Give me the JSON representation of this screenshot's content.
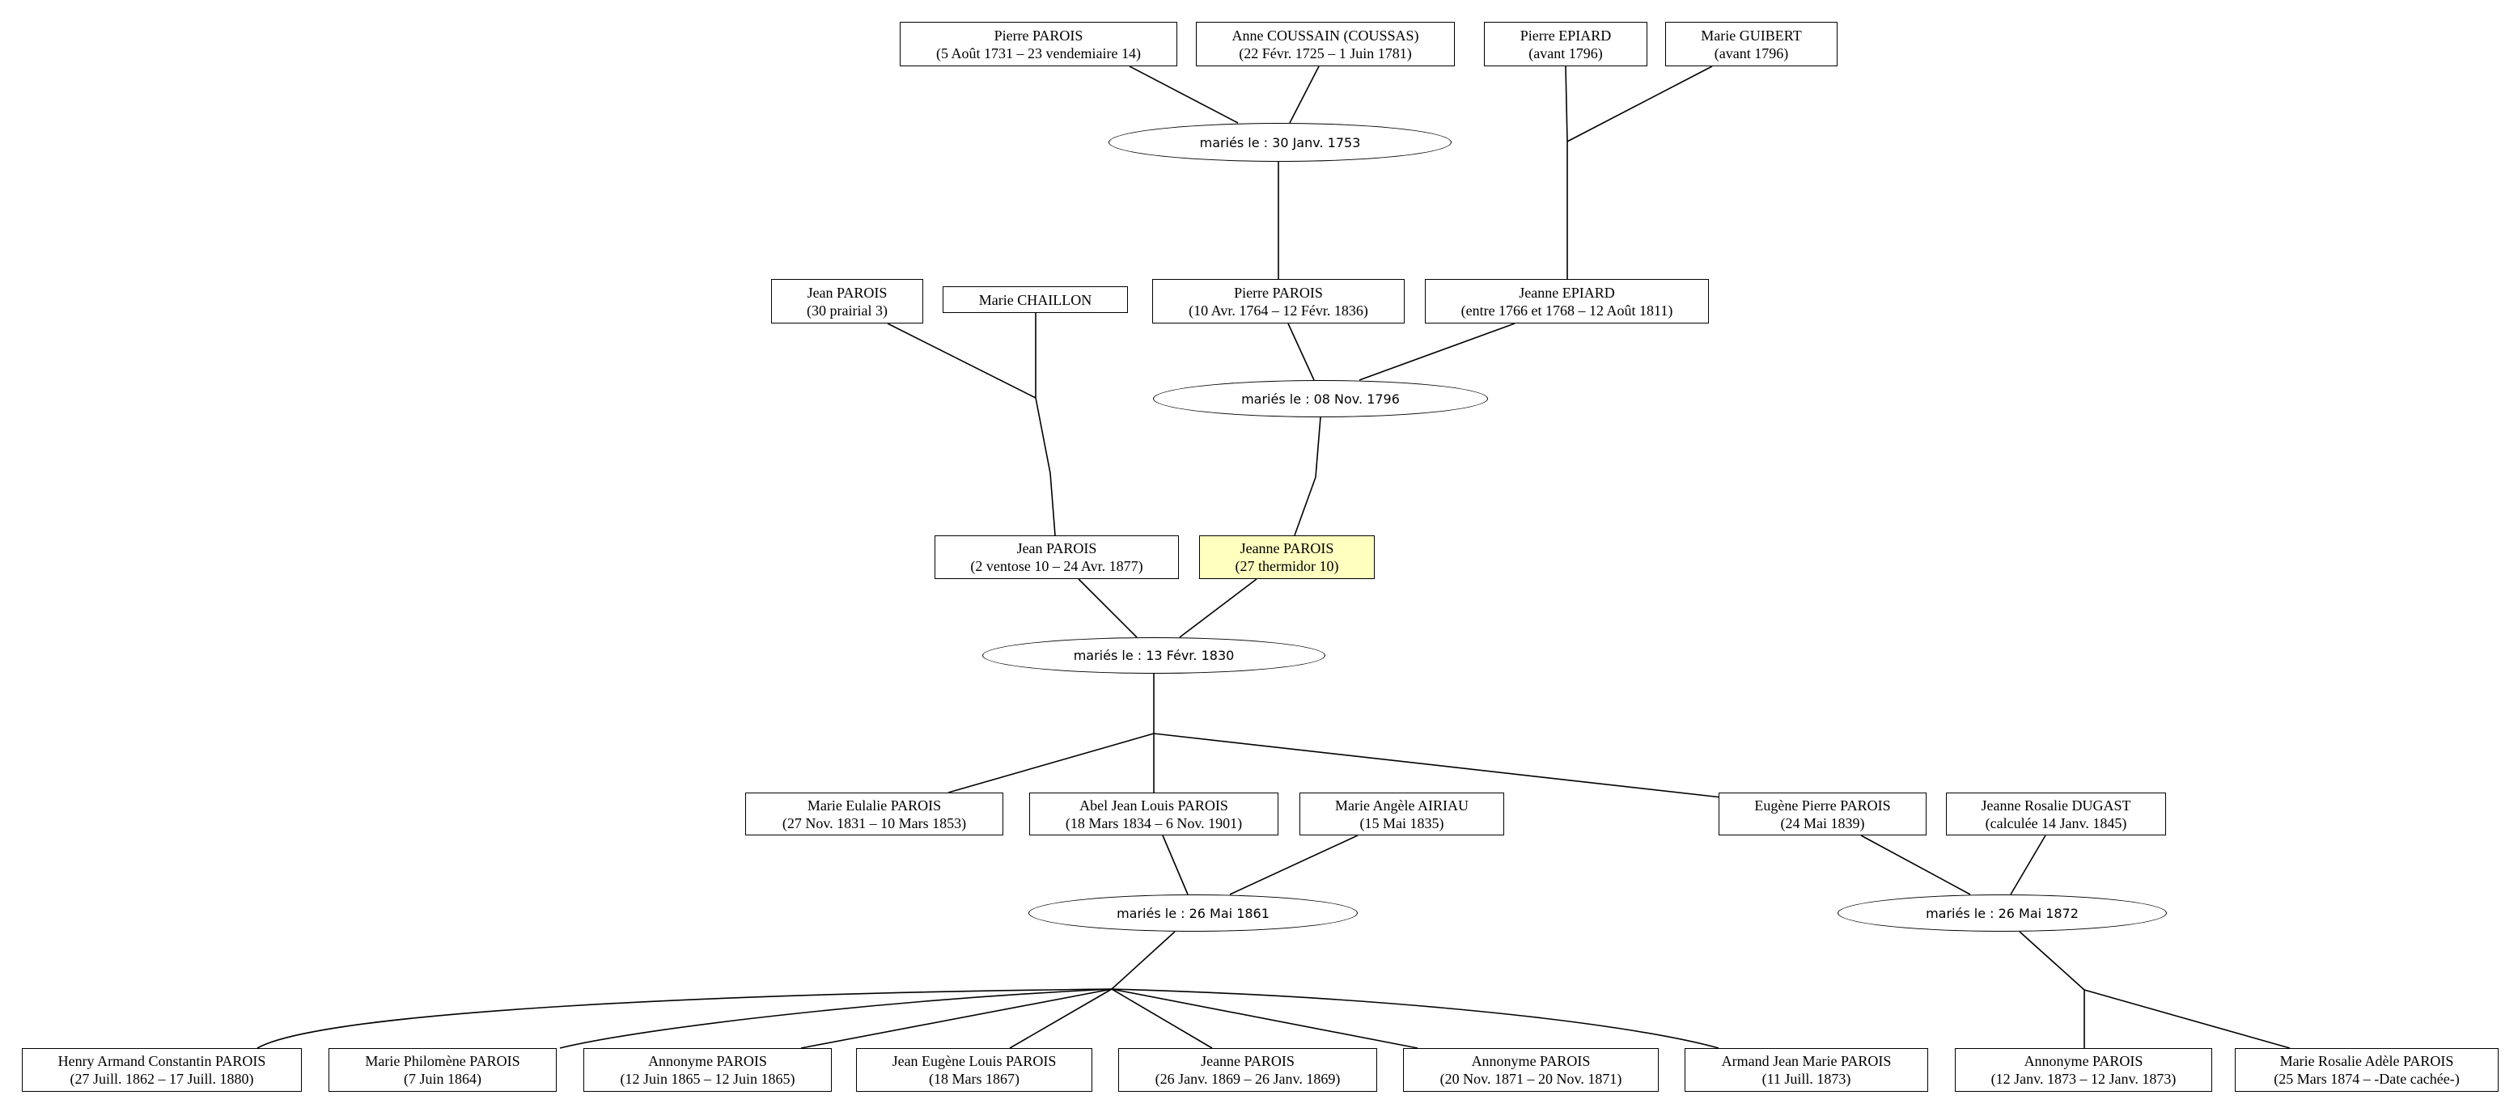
{
  "persons": {
    "pierre_1731": {
      "name": "Pierre PAROIS",
      "dates": "(5 Août 1731 – 23 vendemiaire 14)"
    },
    "anne_coussain": {
      "name": "Anne COUSSAIN (COUSSAS)",
      "dates": "(22 Févr. 1725 – 1 Juin 1781)"
    },
    "pierre_epiard": {
      "name": "Pierre EPIARD",
      "dates": "(avant 1796)"
    },
    "marie_guibert": {
      "name": "Marie GUIBERT",
      "dates": "(avant 1796)"
    },
    "jean_prairial": {
      "name": "Jean PAROIS",
      "dates": "(30 prairial 3)"
    },
    "marie_chaillon": {
      "name": "Marie CHAILLON",
      "dates": ""
    },
    "pierre_1764": {
      "name": "Pierre PAROIS",
      "dates": "(10 Avr. 1764 – 12 Févr. 1836)"
    },
    "jeanne_epiard": {
      "name": "Jeanne EPIARD",
      "dates": "(entre 1766 et 1768 – 12 Août 1811)"
    },
    "jean_ventose": {
      "name": "Jean PAROIS",
      "dates": "(2 ventose 10 – 24 Avr. 1877)"
    },
    "jeanne_thermidor": {
      "name": "Jeanne PAROIS",
      "dates": "(27 thermidor 10)"
    },
    "marie_eulalie": {
      "name": "Marie Eulalie PAROIS",
      "dates": "(27 Nov. 1831 – 10 Mars 1853)"
    },
    "abel": {
      "name": "Abel Jean Louis PAROIS",
      "dates": "(18 Mars 1834 – 6 Nov. 1901)"
    },
    "marie_angele": {
      "name": "Marie Angèle AIRIAU",
      "dates": "(15 Mai 1835)"
    },
    "eugene": {
      "name": "Eugène Pierre PAROIS",
      "dates": "(24 Mai 1839)"
    },
    "jeanne_rosalie": {
      "name": "Jeanne Rosalie DUGAST",
      "dates": "(calculée 14 Janv. 1845)"
    },
    "henry": {
      "name": "Henry Armand Constantin PAROIS",
      "dates": "(27 Juill. 1862 – 17 Juill. 1880)"
    },
    "marie_philomene": {
      "name": "Marie Philomène PAROIS",
      "dates": "(7 Juin 1864)"
    },
    "annonyme_1865": {
      "name": "Annonyme PAROIS",
      "dates": "(12 Juin 1865 – 12 Juin 1865)"
    },
    "jean_eugene": {
      "name": "Jean Eugène Louis PAROIS",
      "dates": "(18 Mars 1867)"
    },
    "jeanne_1869": {
      "name": "Jeanne PAROIS",
      "dates": "(26 Janv. 1869 – 26 Janv. 1869)"
    },
    "annonyme_1871": {
      "name": "Annonyme PAROIS",
      "dates": "(20 Nov. 1871 – 20 Nov. 1871)"
    },
    "armand": {
      "name": "Armand Jean Marie PAROIS",
      "dates": "(11 Juill. 1873)"
    },
    "annonyme_1873": {
      "name": "Annonyme PAROIS",
      "dates": "(12 Janv. 1873 – 12 Janv. 1873)"
    },
    "marie_rosalie": {
      "name": "Marie Rosalie Adèle PAROIS",
      "dates": "(25 Mars 1874 – -Date cachée-)"
    }
  },
  "marriages": {
    "m1753": "mariés le : 30 Janv. 1753",
    "m1796": "mariés le : 08 Nov. 1796",
    "m1830": "mariés le : 13 Févr. 1830",
    "m1861": "mariés le : 26 Mai 1861",
    "m1872": "mariés le : 26 Mai 1872"
  },
  "selected_person": "jeanne_thermidor",
  "colors": {
    "selected_fill": "#ffffc0",
    "line": "#000000",
    "background": "#ffffff"
  }
}
